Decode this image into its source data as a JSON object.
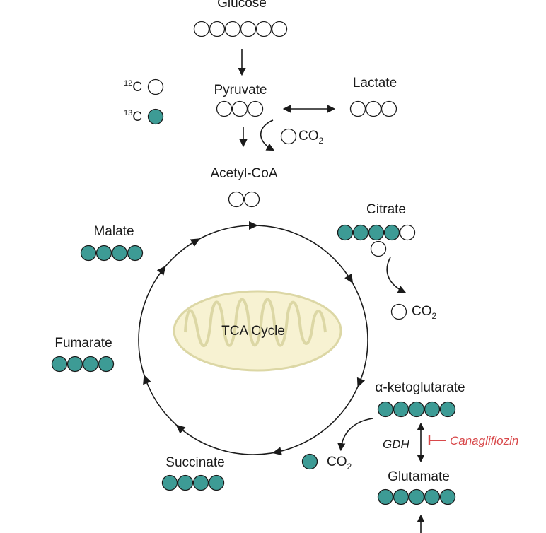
{
  "colors": {
    "labeled": "#3d9b95",
    "unlabeled": "#ffffff",
    "stroke": "#1a1a1a",
    "inhibitor": "#d8484a",
    "mito_fill": "#f7f2d2",
    "mito_stroke": "#dcd7a5"
  },
  "legend": {
    "c12": {
      "mass": "12",
      "element": "C"
    },
    "c13": {
      "mass": "13",
      "element": "C"
    }
  },
  "metabolites": {
    "glucose": {
      "name": "Glucose",
      "carbons": [
        "12C",
        "12C",
        "12C",
        "12C",
        "12C",
        "12C"
      ]
    },
    "pyruvate": {
      "name": "Pyruvate",
      "carbons": [
        "12C",
        "12C",
        "12C"
      ]
    },
    "lactate": {
      "name": "Lactate",
      "carbons": [
        "12C",
        "12C",
        "12C"
      ]
    },
    "acetyl_coa": {
      "name": "Acetyl-CoA",
      "carbons": [
        "12C",
        "12C"
      ]
    },
    "citrate": {
      "name": "Citrate",
      "carbons": [
        "13C",
        "13C",
        "13C",
        "13C",
        "12C",
        "12C"
      ]
    },
    "malate": {
      "name": "Malate",
      "carbons": [
        "13C",
        "13C",
        "13C",
        "13C"
      ]
    },
    "fumarate": {
      "name": "Fumarate",
      "carbons": [
        "13C",
        "13C",
        "13C",
        "13C"
      ]
    },
    "akg": {
      "name": "α-ketoglutarate",
      "carbons": [
        "13C",
        "13C",
        "13C",
        "13C",
        "13C"
      ]
    },
    "glutamate": {
      "name": "Glutamate",
      "carbons": [
        "13C",
        "13C",
        "13C",
        "13C",
        "13C"
      ]
    },
    "succinate": {
      "name": "Succinate",
      "carbons": [
        "13C",
        "13C",
        "13C",
        "13C"
      ]
    }
  },
  "co2": {
    "pdh": {
      "label": "CO",
      "subscript": "2",
      "carbon": "12C"
    },
    "citrate": {
      "label": "CO",
      "subscript": "2",
      "carbon": "12C"
    },
    "akg": {
      "label": "CO",
      "subscript": "2",
      "carbon": "13C"
    }
  },
  "cycle": {
    "label": "TCA Cycle"
  },
  "enzyme": {
    "name": "GDH"
  },
  "inhibitor": {
    "name": "Canagliflozin"
  }
}
